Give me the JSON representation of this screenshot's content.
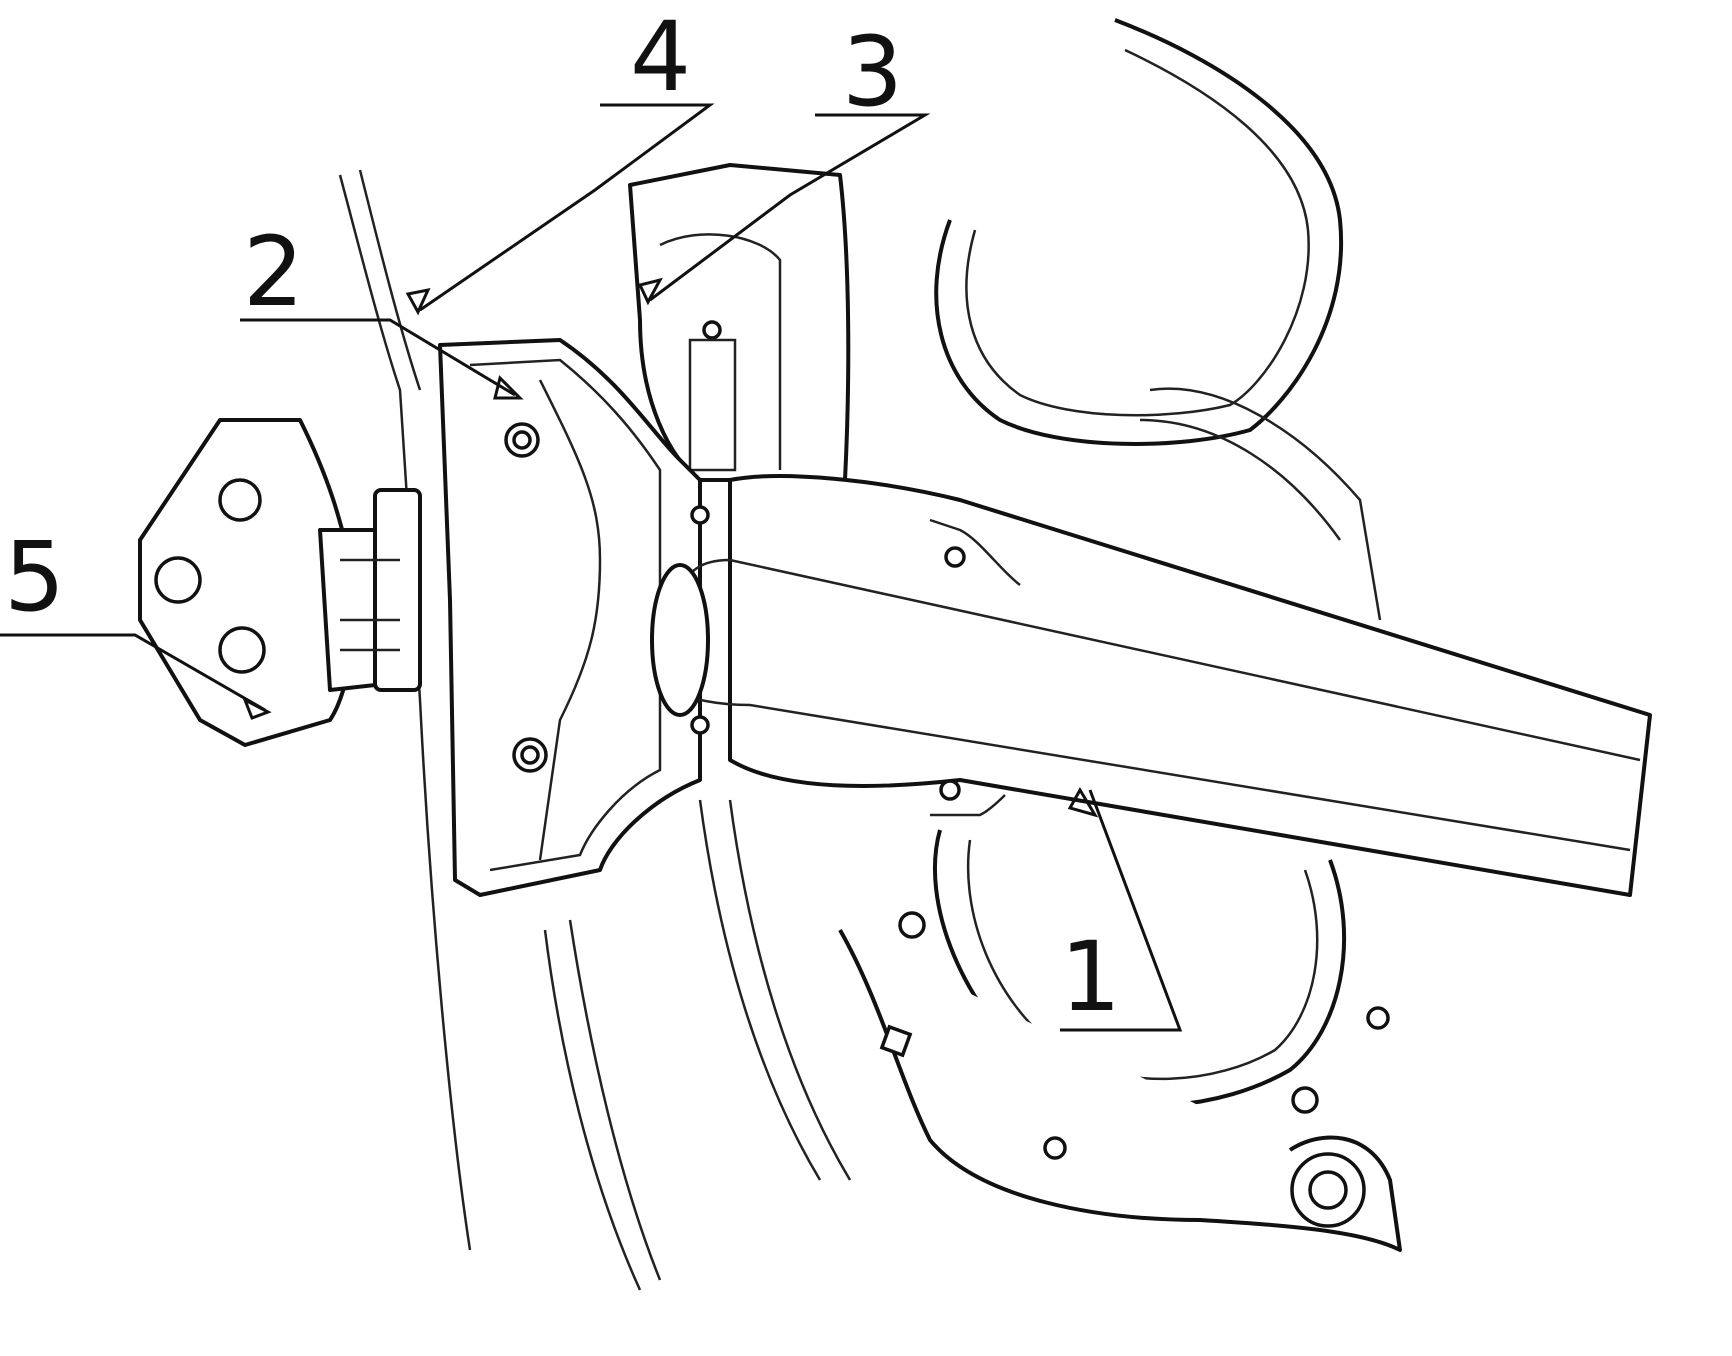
{
  "figure": {
    "colors": {
      "ink": "#111111",
      "paper": "#ffffff"
    },
    "callouts": [
      {
        "id": "1",
        "label": "1"
      },
      {
        "id": "2",
        "label": "2"
      },
      {
        "id": "3",
        "label": "3"
      },
      {
        "id": "4",
        "label": "4"
      },
      {
        "id": "5",
        "label": "5"
      }
    ]
  }
}
